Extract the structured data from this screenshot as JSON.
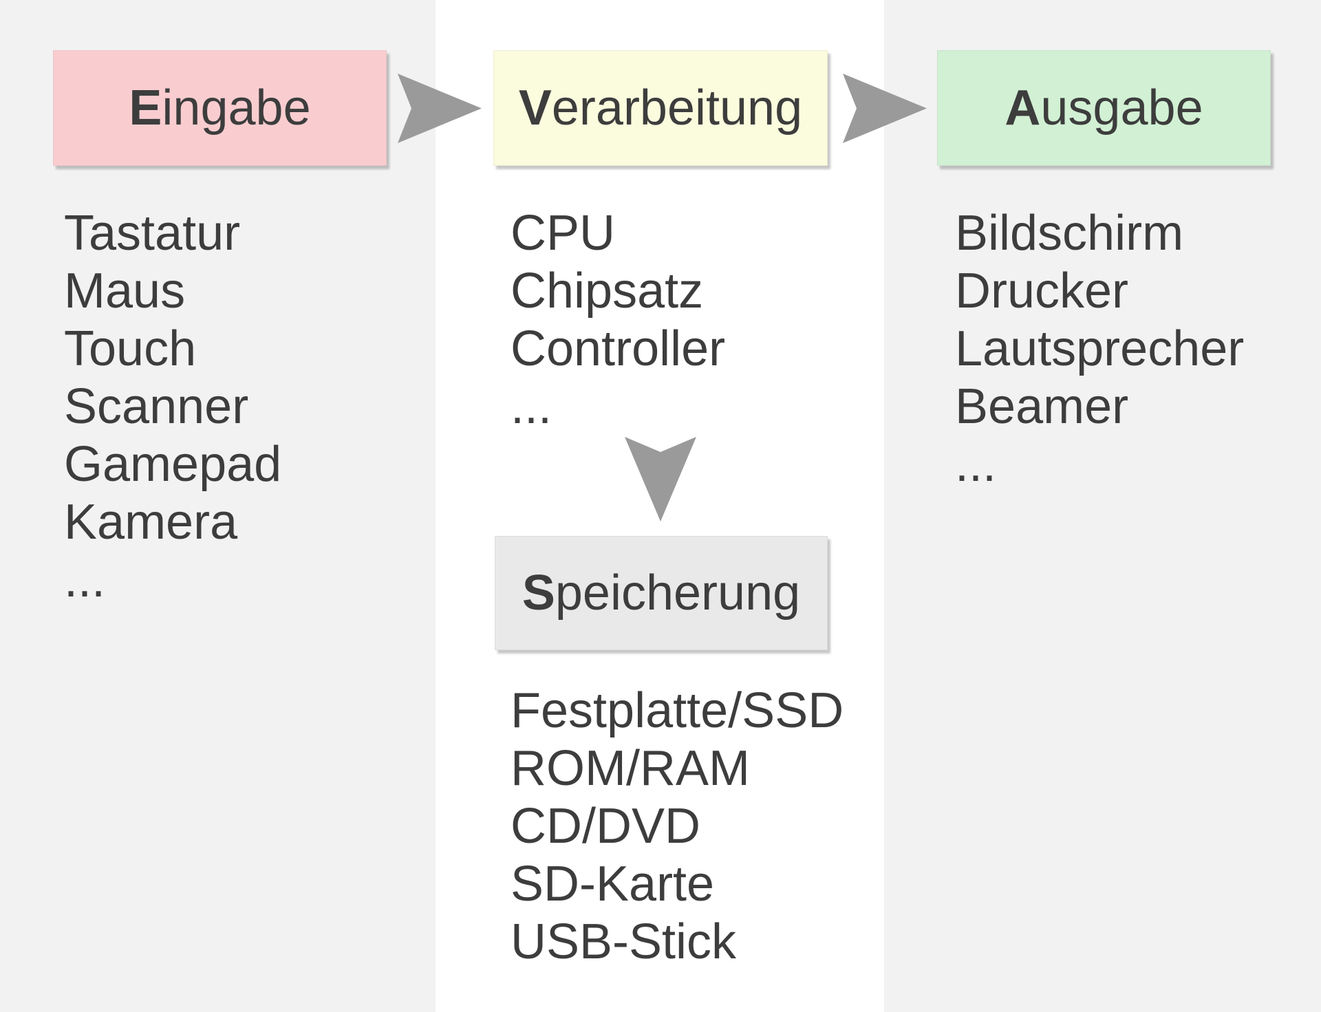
{
  "diagram": {
    "background": "#f2f2f2",
    "center_panel_background": "#ffffff",
    "text_color": "#3d3d3d",
    "arrow_color": "#9a9a9a",
    "stages": {
      "input": {
        "label_initial": "E",
        "label_rest": "ingabe",
        "fill": "#f9cdd0",
        "items": [
          "Tastatur",
          "Maus",
          "Touch",
          "Scanner",
          "Gamepad",
          "Kamera",
          "..."
        ]
      },
      "processing": {
        "label_initial": "V",
        "label_rest": "erarbeitung",
        "fill": "#fbfbde",
        "items": [
          "CPU",
          "Chipsatz",
          "Controller",
          "..."
        ]
      },
      "storage": {
        "label_initial": "S",
        "label_rest": "peicherung",
        "fill": "#e9e9e9",
        "items": [
          "Festplatte/SSD",
          "ROM/RAM",
          "CD/DVD",
          "SD-Karte",
          "USB-Stick"
        ]
      },
      "output": {
        "label_initial": "A",
        "label_rest": "usgabe",
        "fill": "#d2f0d4",
        "items": [
          "Bildschirm",
          "Drucker",
          "Lautsprecher",
          "Beamer",
          "..."
        ]
      }
    }
  }
}
